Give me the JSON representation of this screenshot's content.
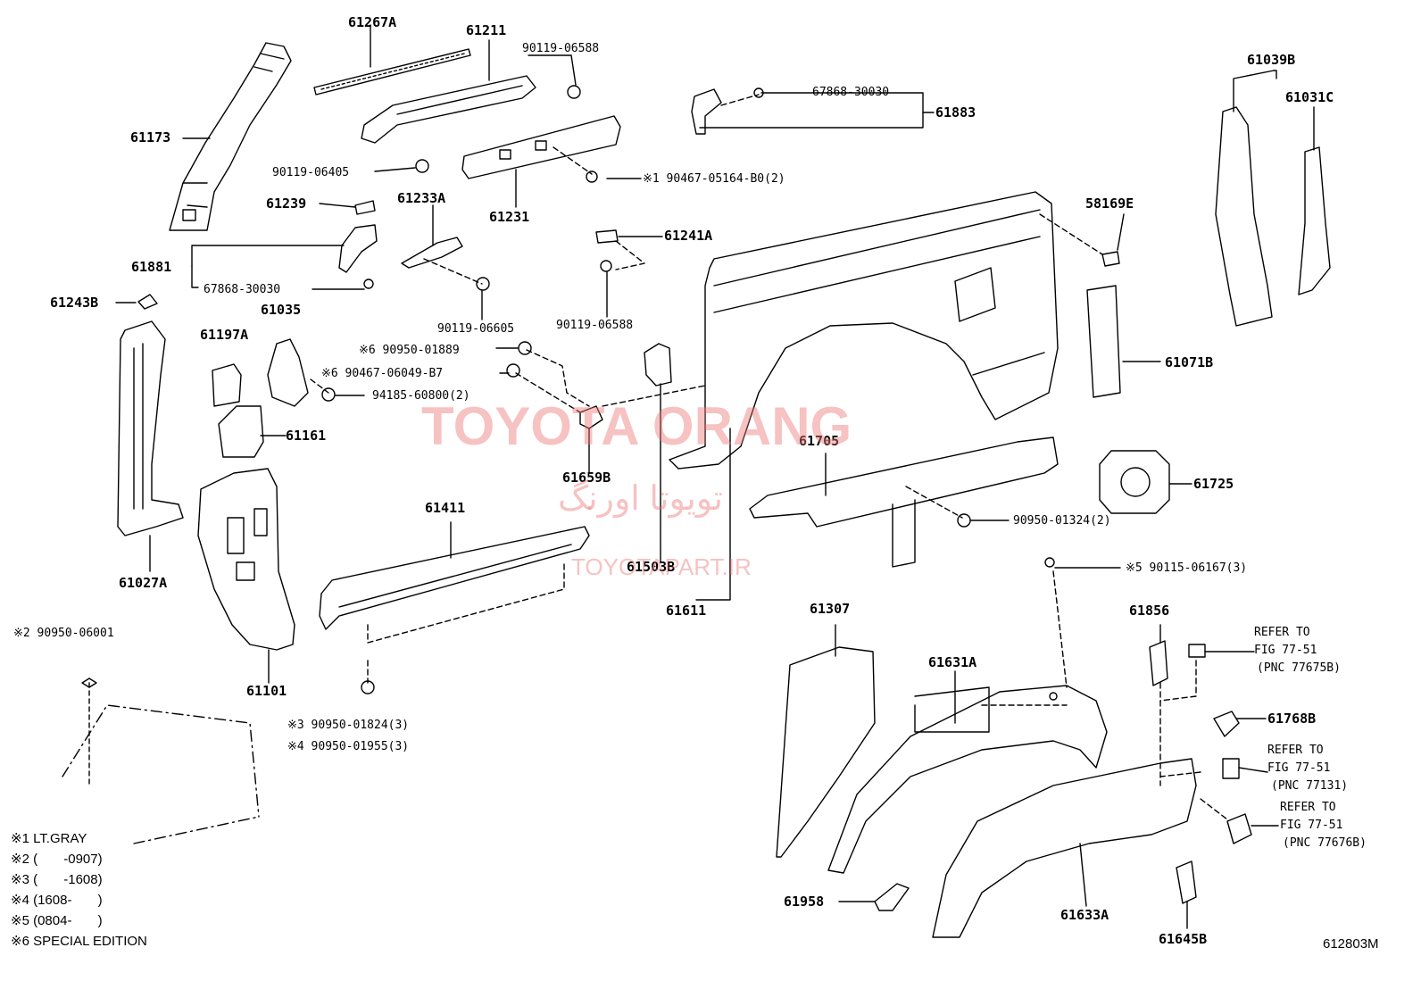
{
  "labels": {
    "p61267A": "61267A",
    "p61211": "61211",
    "p90119_06588a": "90119-06588",
    "p61173": "61173",
    "p90119_06405": "90119-06405",
    "p61239": "61239",
    "p61233A": "61233A",
    "p61231": "61231",
    "p90467_05164": "※1 90467-05164-B0(2)",
    "p67868_30030a": "67868-30030",
    "p61883": "61883",
    "p61039B": "61039B",
    "p61031C": "61031C",
    "p61881": "61881",
    "p67868_30030b": "67868-30030",
    "p61243B": "61243B",
    "p61035": "61035",
    "p90119_06605": "90119-06605",
    "p61241A": "61241A",
    "p90119_06588b": "90119-06588",
    "p58169E": "58169E",
    "p61197A": "61197A",
    "p90950_01889": "※6 90950-01889",
    "p90467_06049": "※6 90467-06049-B7",
    "p94185_60800": "94185-60800(2)",
    "p61071B": "61071B",
    "p61161": "61161",
    "p61705": "61705",
    "p61659B": "61659B",
    "p61725": "61725",
    "p61027A": "61027A",
    "p61411": "61411",
    "p61503B": "61503B",
    "p90950_01324": "90950-01324(2)",
    "p90115_06167": "※5 90115-06167(3)",
    "p61611": "61611",
    "p61307": "61307",
    "p61856": "61856",
    "p90950_06001": "※2 90950-06001",
    "p61101": "61101",
    "p61631A": "61631A",
    "p61768B": "61768B",
    "p90950_01824": "※3 90950-01824(3)",
    "p90950_01955": "※4 90950-01955(3)",
    "p61958": "61958",
    "p61633A": "61633A",
    "p61645B": "61645B"
  },
  "refs": [
    {
      "line1": "REFER TO",
      "line2": "FIG 77-51",
      "line3": "(PNC 77675B)"
    },
    {
      "line1": "REFER TO",
      "line2": "FIG 77-51",
      "line3": "(PNC 77131)"
    },
    {
      "line1": "REFER TO",
      "line2": "FIG 77-51",
      "line3": "(PNC 77676B)"
    }
  ],
  "notes": [
    "※1 LT.GRAY",
    "※2 (       -0907)",
    "※3 (       -1608)",
    "※4 (1608-       )",
    "※5 (0804-       )",
    "※6 SPECIAL EDITION"
  ],
  "watermark": {
    "title": "TOYOTA ORANG",
    "persian": "تویوتا اورنگ",
    "site": "TOYOTAPART.IR"
  },
  "diagram_code": "612803M"
}
